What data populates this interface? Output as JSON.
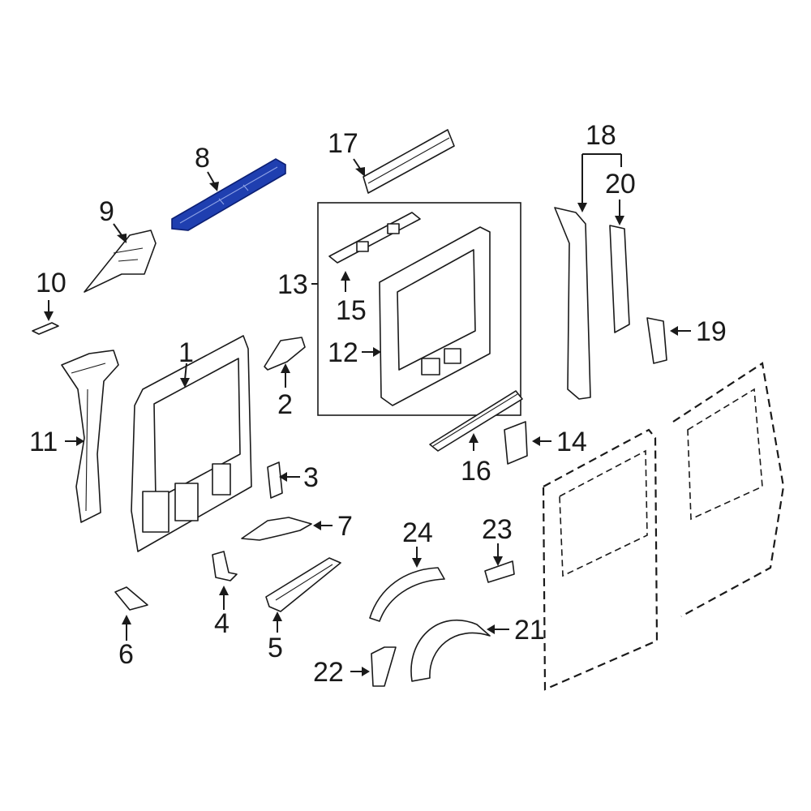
{
  "diagram": {
    "highlight_color": "#1f3fb0",
    "line_color": "#1a1a1a",
    "background": "#ffffff",
    "highlighted_part": "8",
    "callouts": [
      "1",
      "2",
      "3",
      "4",
      "5",
      "6",
      "7",
      "8",
      "9",
      "10",
      "11",
      "12",
      "13",
      "14",
      "15",
      "16",
      "17",
      "18",
      "19",
      "20",
      "21",
      "22",
      "23",
      "24"
    ]
  }
}
